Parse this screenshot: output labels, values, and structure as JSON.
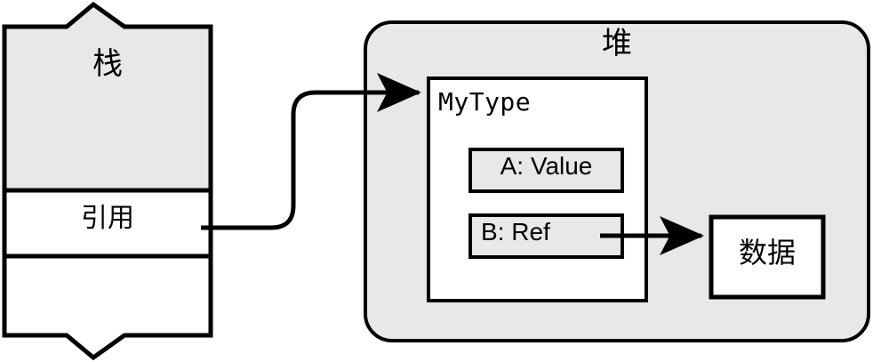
{
  "diagram": {
    "title": "",
    "colors": {
      "stroke": "#000000",
      "fill_gray": "#e8e8e8",
      "fill_white": "#ffffff",
      "page_background": "#ffffff"
    },
    "stack": {
      "name": "stack-region",
      "label": "栈",
      "slots": [
        {
          "name": "stack-used-region",
          "label": "栈",
          "fill": "#e8e8e8"
        },
        {
          "name": "stack-reference-slot",
          "label": "引用",
          "fill": "#ffffff"
        },
        {
          "name": "stack-empty-slot",
          "label": "",
          "fill": "#ffffff"
        }
      ],
      "reference_label": "引用",
      "break_edges": [
        "top",
        "bottom"
      ]
    },
    "heap": {
      "name": "heap-region",
      "label": "堆",
      "fill": "#e8e8e8",
      "object": {
        "name": "mytype-object-box",
        "type_name": "MyType",
        "fill": "#ffffff",
        "fields": [
          {
            "name": "field-a",
            "label": "A:  Value",
            "key": "A",
            "value": "Value",
            "kind": "value",
            "fill": "#e8e8e8"
          },
          {
            "name": "field-b",
            "label": "B:  Ref",
            "key": "B",
            "value": "Ref",
            "kind": "reference",
            "fill": "#e8e8e8"
          }
        ]
      },
      "data_box": {
        "name": "data-box",
        "label": "数据",
        "fill": "#ffffff"
      }
    },
    "arrows": [
      {
        "name": "stack-ref-to-object-arrow",
        "from": "stack-reference-slot",
        "to": "mytype-object-box",
        "style": "curved-s"
      },
      {
        "name": "field-b-to-data-arrow",
        "from": "field-b",
        "to": "data-box",
        "style": "straight"
      }
    ]
  }
}
